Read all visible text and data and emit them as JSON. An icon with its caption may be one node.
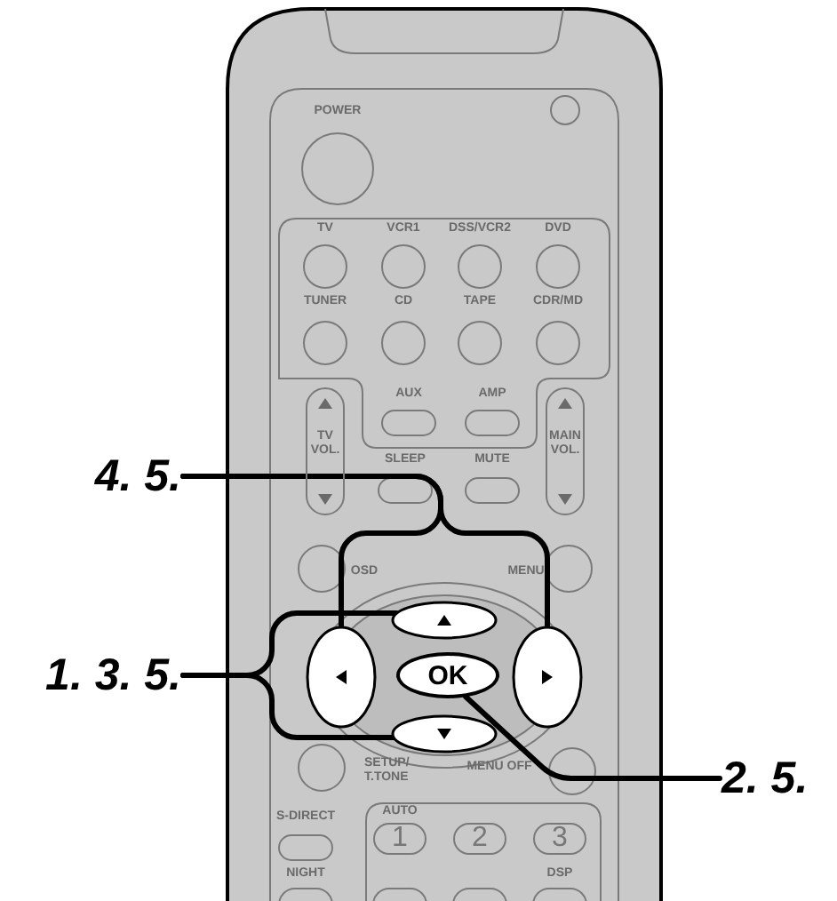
{
  "diagram": {
    "nodes": [
      {
        "text": [
          "TV VOL."
        ]
      },
      {
        "text": [
          "MAIN VOL."
        ]
      },
      {
        "text": [
          "4. 5."
        ]
      },
      {
        "text": [],
        "shape": "box"
      },
      {
        "text": [],
        "shape": "box"
      },
      {
        "text": [
          "OK"
        ]
      },
      {
        "text": [],
        "shape": "box"
      },
      {
        "text": [
          "1. 3. 5."
        ]
      },
      {
        "text": [],
        "shape": "box"
      },
      {
        "text": [
          "2. 5."
        ]
      },
      {
        "text": [
          "1"
        ]
      },
      {
        "text": [
          "2"
        ]
      },
      {
        "text": [
          "3"
        ]
      }
    ],
    "edges": [
      {
        "from": 2,
        "to": 4,
        "arrow": "none"
      },
      {
        "from": 2,
        "to": 6,
        "arrow": "none"
      },
      {
        "from": 7,
        "to": 3,
        "arrow": "none"
      },
      {
        "from": 7,
        "to": 8,
        "arrow": "none"
      },
      {
        "from": 9,
        "to": 5,
        "arrow": "none"
      }
    ],
    "labels": [
      "POWER",
      "TV",
      "VCR1",
      "DSS/VCR2",
      "DVD",
      "TUNER",
      "CD",
      "TAPE",
      "CDR/MD",
      "AUX",
      "AMP",
      "SLEEP",
      "MUTE",
      "OSD",
      "MENU",
      "SETUP/ T.TONE",
      "MENU OFF",
      "S-DIRECT",
      "AUTO",
      "NIGHT",
      "DSP"
    ]
  }
}
